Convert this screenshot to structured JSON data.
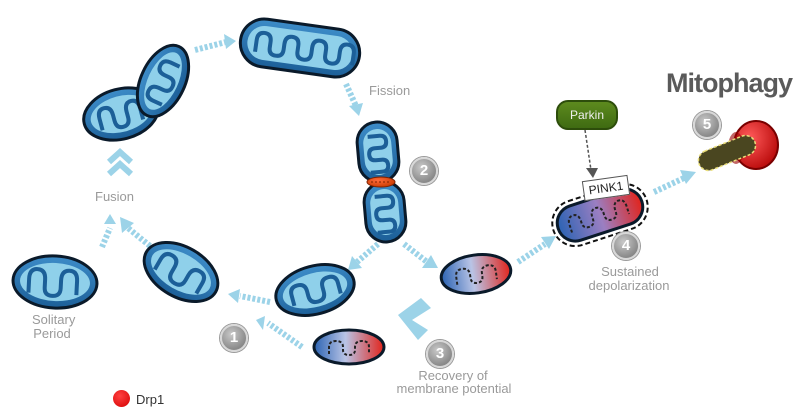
{
  "title": "Mitophagy",
  "labels": {
    "fission": "Fission",
    "fusion": "Fusion",
    "solitary_line1": "Solitary",
    "solitary_line2": "Period",
    "recovery_line1": "Recovery of",
    "recovery_line2": "membrane potential",
    "sustained_line1": "Sustained",
    "sustained_line2": "depolarization"
  },
  "proteins": {
    "parkin": "Parkin",
    "pink1": "PINK1"
  },
  "steps": [
    "1",
    "2",
    "3",
    "4",
    "5"
  ],
  "legend": {
    "label": "Drp1",
    "color": "#e00000"
  },
  "colors": {
    "mito_outer": "#1f6aa5",
    "mito_inner": "#8fd0ea",
    "arrow": "#9cd3e8",
    "depolarized": "#e2231a",
    "parkin": "#4f7c18",
    "autophagosome": "#d40000"
  }
}
